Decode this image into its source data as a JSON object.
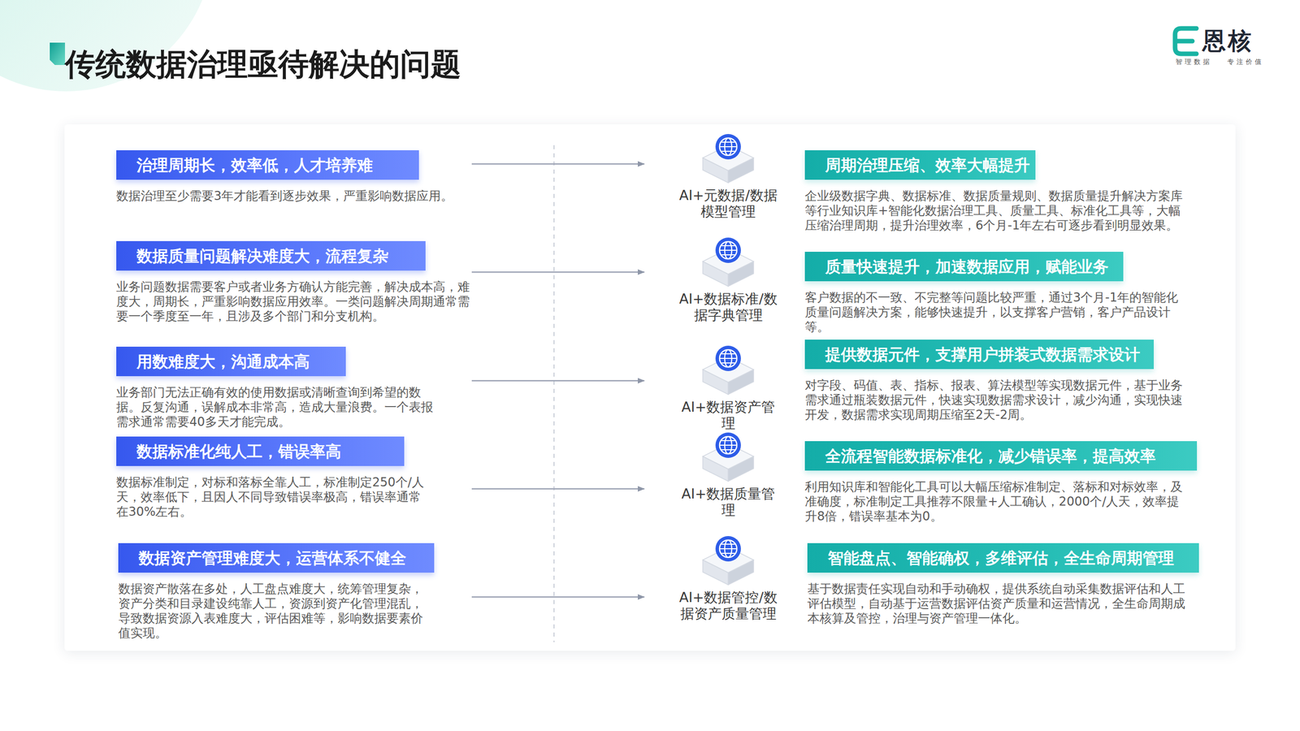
{
  "diagram": {
    "title": "传统数据治理亟待解决的问题",
    "nodes": [
      {
        "text": [
          "治理周期长，效率低，人才培养难",
          "数据治理至少需要3年才能看到逐步效果，严重影响数据应用。"
        ]
      },
      {
        "text": [
          "数据质量问题解决难度大，流程复杂",
          "业务问题数据需要客户或者业务方确认方能完善，解决成本高，难度大，周期长，严重影响数据应用效率。一类问题解决周期通常需要一个季度至一年，且涉及多个部门和分支机构。"
        ]
      },
      {
        "text": [
          "用数难度大，沟通成本高",
          "业务部门无法正确有效的使用数据或清晰查询到希望的数据。反复沟通，误解成本非常高，造成大量浪费。一个表报需求通常需要40多天才能完成。"
        ]
      },
      {
        "text": [
          "数据标准化纯人工，错误率高",
          "数据标准制定，对标和落标全靠人工，标准制定250个/人天，效率低下，且因人不同导致错误率极高，错误率通常在30%左右。"
        ]
      },
      {
        "text": [
          "数据资产管理难度大，运营体系不健全",
          "数据资产散落在多处，人工盘点难度大，统筹管理复杂，资产分类和目录建设纯靠人工，资源到资产化管理混乱，导致数据资源入表难度大，评估困难等，影响数据要素价值实现。"
        ]
      },
      {
        "text": [
          "AI+元数据/数据模型管理"
        ]
      },
      {
        "text": [
          "AI+数据标准/数据字典管理"
        ]
      },
      {
        "text": [
          "AI+数据资产管理"
        ]
      },
      {
        "text": [
          "AI+数据质量管理"
        ]
      },
      {
        "text": [
          "AI+数据管控/数据资产质量管理"
        ]
      },
      {
        "text": [
          "周期治理压缩、效率大幅提升",
          "企业级数据字典、数据标准、数据质量规则、数据质量提升解决方案库等行业知识库+智能化数据治理工具、质量工具、标准化工具等，大幅压缩治理周期，提升治理效率，6个月-1年左右可逐步看到明显效果。"
        ]
      },
      {
        "text": [
          "质量快速提升，加速数据应用，赋能业务",
          "客户数据的不一致、不完整等问题比较严重，通过3个月-1年的智能化质量问题解决方案，能够快速提升，以支撑客户营销，客户产品设计等。"
        ]
      },
      {
        "text": [
          "提供数据元件，支撑用户拼装式数据需求设计",
          "对字段、码值、表、指标、报表、算法模型等实现数据元件，基于业务需求通过瓶装数据元件，快速实现数据需求设计，减少沟通，实现快速开发，数据需求实现周期压缩至2天-2周。"
        ]
      },
      {
        "text": [
          "全流程智能数据标准化，减少错误率，提高效率",
          "利用知识库和智能化工具可以大幅压缩标准制定、落标和对标效率，及准确度，标准制定工具推荐不限量+人工确认，2000个/人天，效率提升8倍，错误率基本为0。"
        ]
      },
      {
        "text": [
          "智能盘点、智能确权，多维评估，全生命周期管理",
          "基于数据责任实现自动和手动确权，提供系统自动采集数据评估和人工评估模型，自动基于运营数据评估资产质量和运营情况，全生命周期成本核算及管控，治理与资产管理一体化。"
        ]
      }
    ],
    "edges": [
      {
        "from": 0,
        "to": 5,
        "arrow": "to"
      },
      {
        "from": 1,
        "to": 6,
        "arrow": "to"
      },
      {
        "from": 2,
        "to": 7,
        "arrow": "to"
      },
      {
        "from": 3,
        "to": 8,
        "arrow": "to"
      },
      {
        "from": 4,
        "to": 9,
        "arrow": "to"
      }
    ],
    "labels": [
      "恩核",
      "智理数据",
      "专注价值"
    ]
  }
}
